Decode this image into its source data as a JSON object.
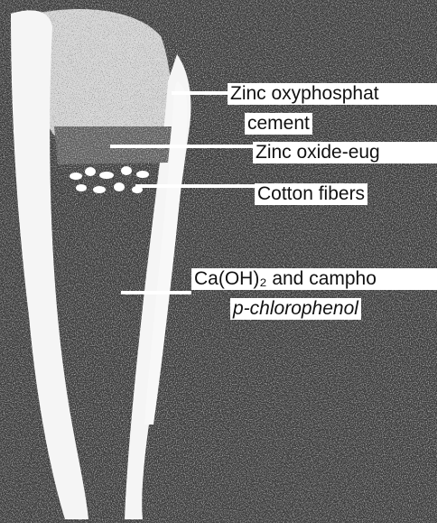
{
  "colors": {
    "background_tissue": "#3b3b3b",
    "speckle_light": "#8a8a8a",
    "tooth_white": "#f5f5f5",
    "cement_gray": "#5c5c5c",
    "label_background": "#ffffff",
    "text": "#111111"
  },
  "labels": {
    "zinc_oxyphosphate_line1": "Zinc oxyphosphat",
    "zinc_oxyphosphate_line2": "cement",
    "zinc_oxide_eugenol": "Zinc oxide-eug",
    "cotton_fibers": "Cotton fibers",
    "caoh_line1": "Ca(OH)₂ and campho",
    "caoh_line2": "p-chlorophenol"
  }
}
